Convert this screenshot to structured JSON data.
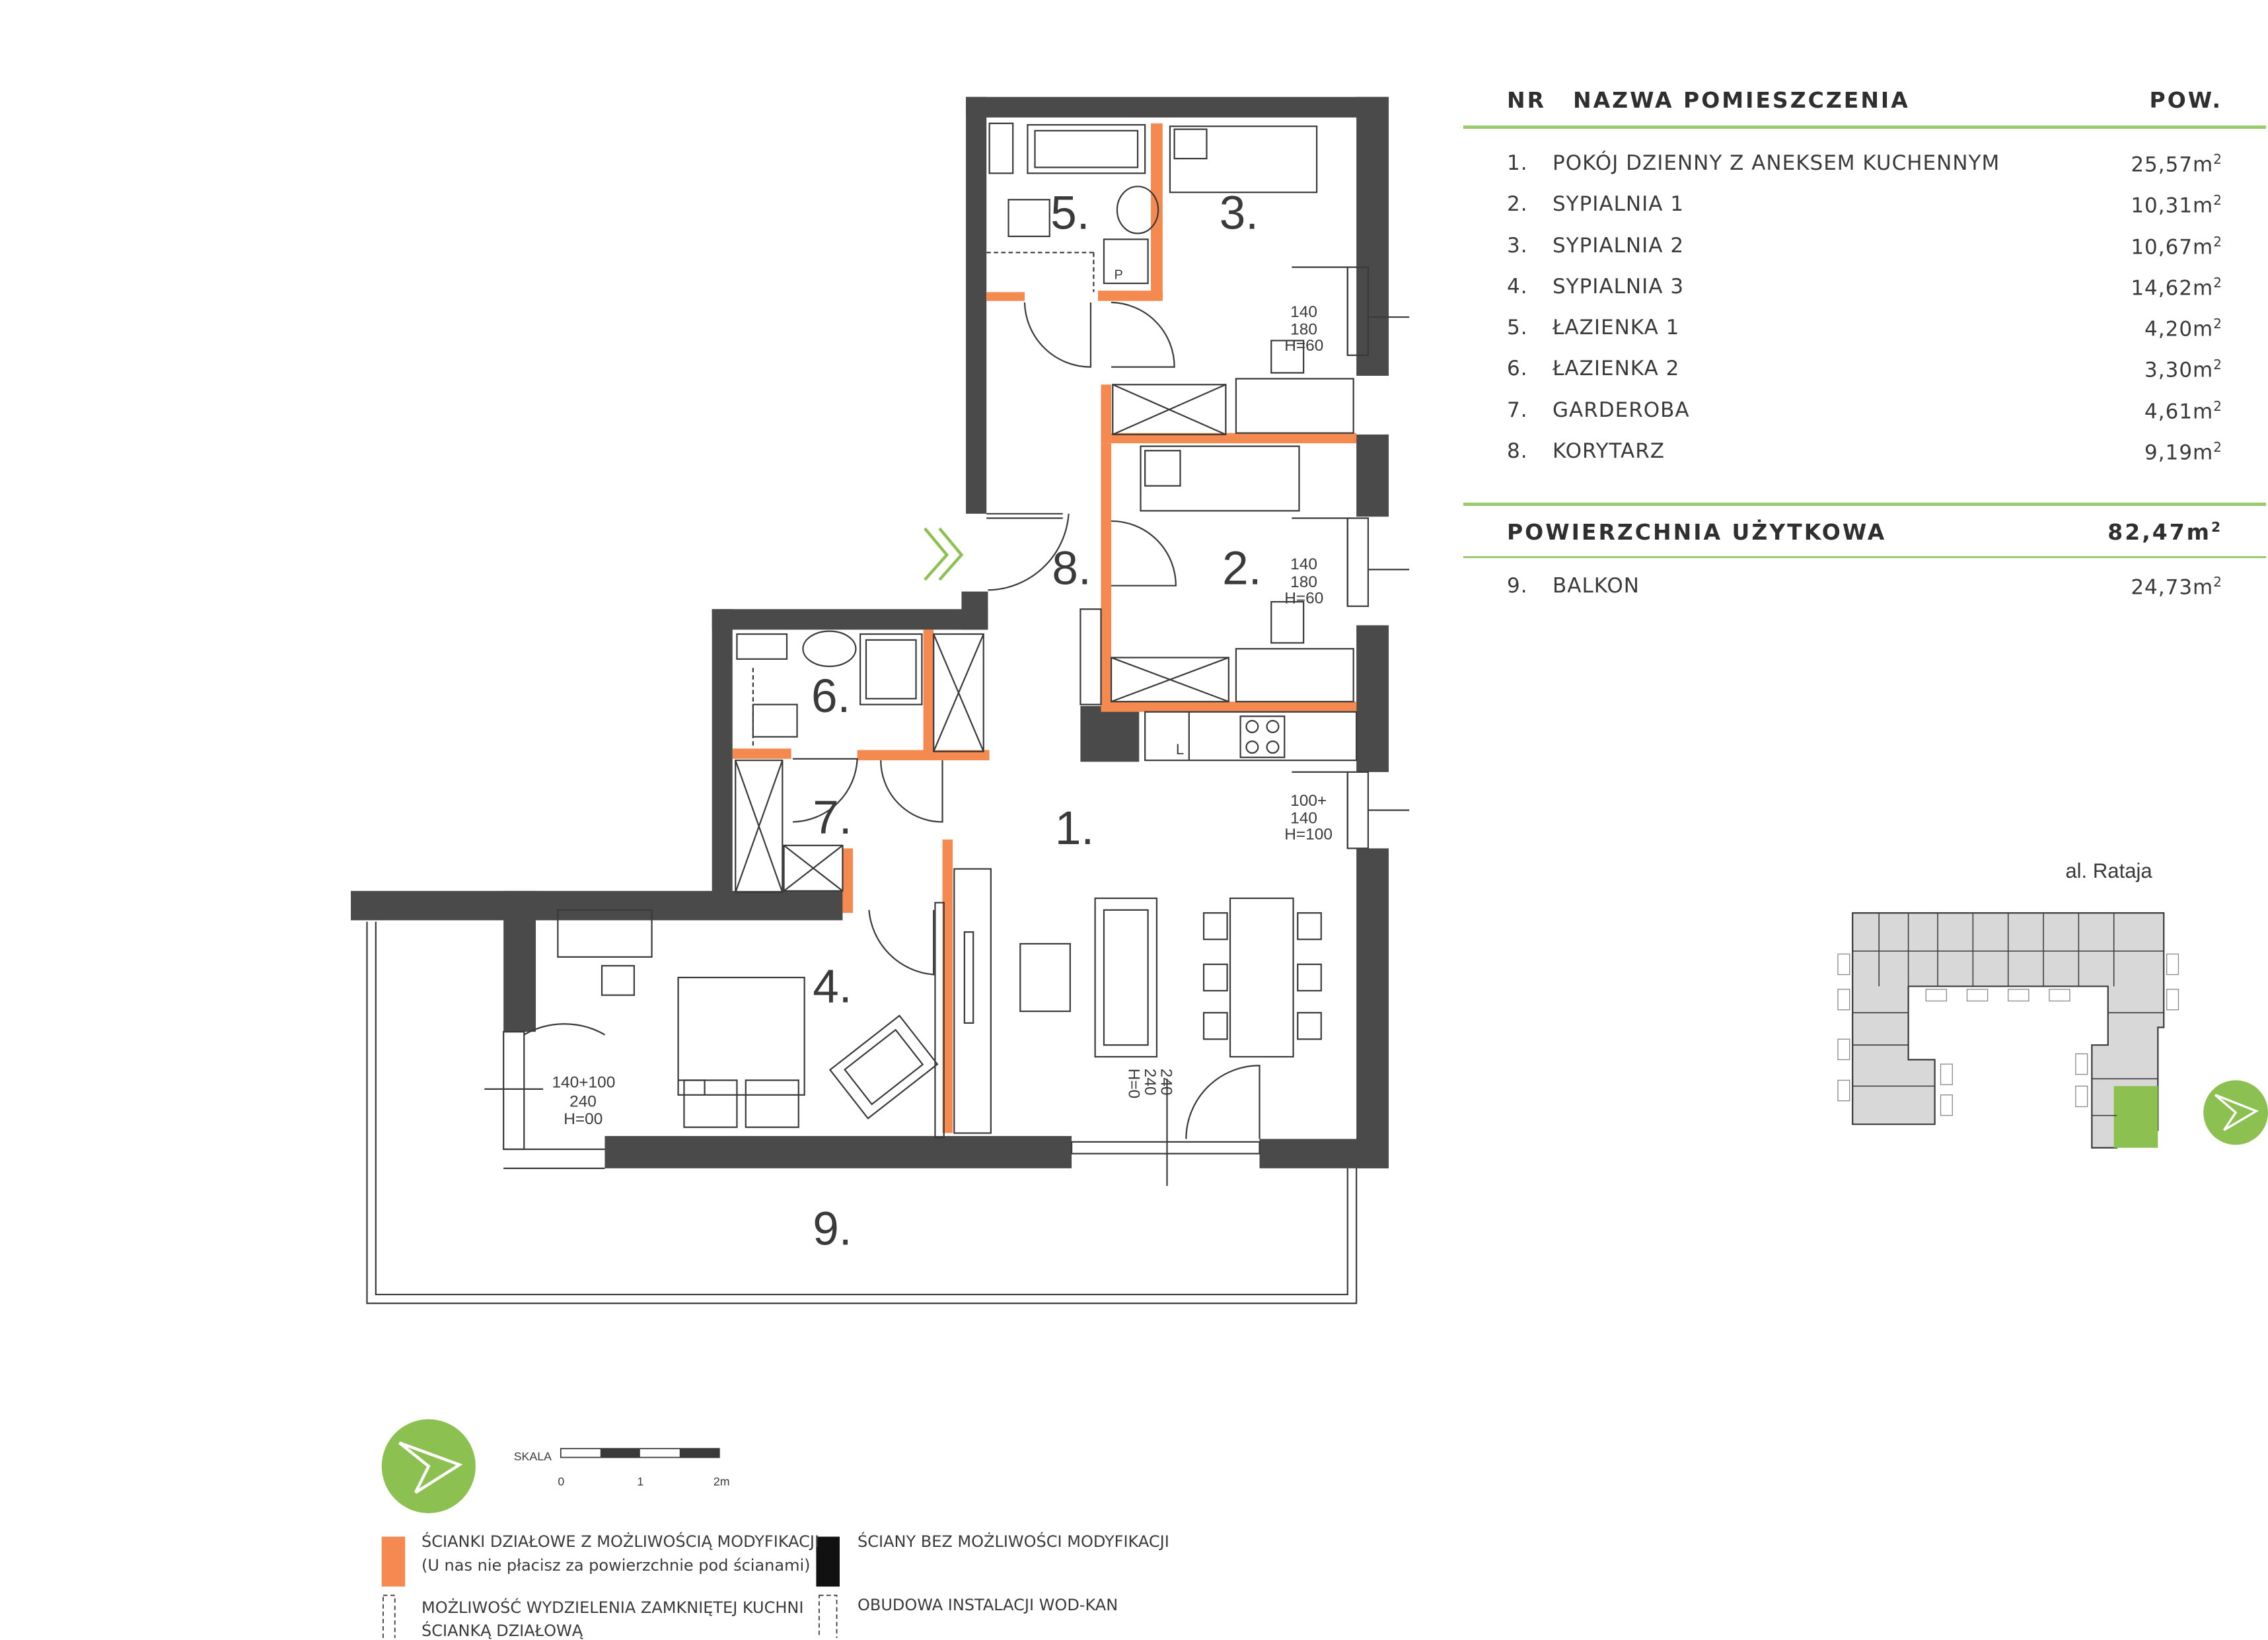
{
  "table": {
    "headers": {
      "nr": "NR",
      "name": "NAZWA POMIESZCZENIA",
      "area": "POW."
    },
    "rows": [
      {
        "nr": "1.",
        "name": "POKÓJ DZIENNY Z ANEKSEM KUCHENNYM",
        "area": "25,57m",
        "sup": "2"
      },
      {
        "nr": "2.",
        "name": "SYPIALNIA 1",
        "area": "10,31m",
        "sup": "2"
      },
      {
        "nr": "3.",
        "name": "SYPIALNIA 2",
        "area": "10,67m",
        "sup": "2"
      },
      {
        "nr": "4.",
        "name": "SYPIALNIA 3",
        "area": "14,62m",
        "sup": "2"
      },
      {
        "nr": "5.",
        "name": "ŁAZIENKA 1",
        "area": "4,20m",
        "sup": "2"
      },
      {
        "nr": "6.",
        "name": "ŁAZIENKA 2",
        "area": "3,30m",
        "sup": "2"
      },
      {
        "nr": "7.",
        "name": "GARDEROBA",
        "area": "4,61m",
        "sup": "2"
      },
      {
        "nr": "8.",
        "name": "KORYTARZ",
        "area": "9,19m",
        "sup": "2"
      }
    ],
    "total_label": "POWIERZCHNIA UŻYTKOWA",
    "total_value": "82,47m",
    "total_sup": "2",
    "balcony": {
      "nr": "9.",
      "name": "BALKON",
      "area": "24,73m",
      "sup": "2"
    }
  },
  "plan": {
    "room_labels": [
      "1.",
      "2.",
      "3.",
      "4.",
      "5.",
      "6.",
      "7.",
      "8.",
      "9."
    ],
    "windows": {
      "w_room3": [
        "140",
        "180",
        "H=60"
      ],
      "w_room2": [
        "140",
        "180",
        "H=60"
      ],
      "w_kitchen": [
        "100+",
        "140",
        "H=100"
      ],
      "w_room4": [
        "140+100",
        "240",
        "H=00"
      ],
      "w_living": [
        "240",
        "240",
        "H=0"
      ]
    },
    "kitchen_letter": "L",
    "wc_letter": "P"
  },
  "site_plan": {
    "street_label": "al. Rataja"
  },
  "scale": {
    "label": "SKALA",
    "ticks": [
      "0",
      "1",
      "2m"
    ]
  },
  "legend": {
    "modifiable_walls": "ŚCIANKI DZIAŁOWE Z MOŻLIWOŚCIĄ MODYFIKACJI",
    "modifiable_walls_note": "(U nas nie płacisz za powierzchnie pod ścianami)",
    "fixed_walls": "ŚCIANY BEZ MOŻLIWOŚCI MODYFIKACJI",
    "closed_kitchen_line1": "MOŻLIWOŚĆ WYDZIELENIA ZAMKNIĘTEJ KUCHNI",
    "closed_kitchen_line2": "ŚCIANKĄ DZIAŁOWĄ",
    "installation": "OBUDOWA INSTALACJI WOD-KAN"
  },
  "colors": {
    "wall": "#4a4a4a",
    "partition": "#f58a50",
    "accent_green": "#8cc152",
    "line": "#3a3a3a"
  },
  "icons": [
    "north-arrow-icon",
    "entrance-chevron-icon",
    "site-north-arrow-icon"
  ]
}
